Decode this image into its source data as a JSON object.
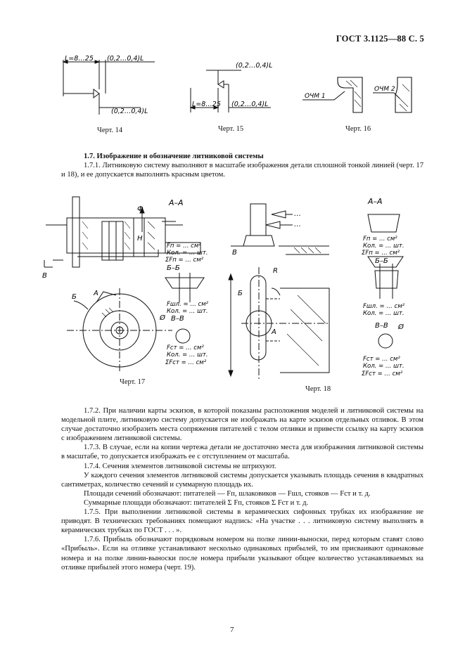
{
  "header": "ГОСТ 3.1125—88 С. 5",
  "fig14": {
    "dim_l": "L=8…25",
    "dim_top": "(0,2…0,4)L",
    "dim_bottom": "(0,2…0,4)L",
    "caption": "Черт. 14"
  },
  "fig15": {
    "dim_top": "(0,2…0,4)L",
    "dim_l": "L=8…25",
    "dim_bottom": "(0,2…0,4)L",
    "caption": "Черт. 15"
  },
  "fig16": {
    "label1": "ОЧМ 1",
    "label2": "ОЧМ 2",
    "caption": "Черт. 16"
  },
  "section": {
    "heading": "1.7. Изображение и обозначение литниковой системы",
    "p1": "1.7.1. Литниковую систему выполняют в масштабе изображения детали сплошной тонкой линией (черт. 17 и 18), и ее допускается выполнять красным цветом."
  },
  "fig17": {
    "caption": "Черт. 17",
    "sec_aa": "А–А",
    "sec_bb": "Б–Б",
    "sec_vv": "В–В",
    "fp": "Fп = … см²",
    "kol1": "Кол. = … шт.",
    "sum_fp": "ΣFп = … см²",
    "fshl": "Fшл. = … см²",
    "kol2": "Кол. = … шт.",
    "fst": "Fст = … см²",
    "kol3": "Кол. = … шт.",
    "sum_fst": "ΣFст = … см²",
    "l_v": "В",
    "l_a": "А",
    "l_b": "Б",
    "l_f": "Ф",
    "l_n": "Н",
    "l_phi": "Ø"
  },
  "fig18": {
    "caption": "Черт. 18",
    "dots1": "…",
    "dots2": "…",
    "sec_aa": "А–А",
    "sec_bb": "Б–Б",
    "sec_vv": "В–В",
    "fp": "Fп = … см²",
    "kol1": "Кол. = … шт.",
    "sum_fp": "ΣFп = … см²",
    "fshl": "Fшл. = … см²",
    "kol2": "Кол. = … шт.",
    "fst": "Fст = … см²",
    "kol3": "Кол. = … шт.",
    "sum_fst": "ΣFст = … см²",
    "l_r": "R",
    "l_v": "В",
    "l_a": "А",
    "l_b": "Б",
    "l_phi": "Ø"
  },
  "paragraphs": [
    "1.7.2. При наличии карты эскизов, в которой показаны расположения моделей и литниковой системы на модельной плите, литниковую систему допускается не изображать на карте эскизов отдельных отливок. В этом случае достаточно изобразить места сопряжения питателей с телом отливки и привести ссылку на карту эскизов с изображением литниковой системы.",
    "1.7.3. В случае, если на копии чертежа детали не достаточно места для изображения литниковой системы в масштабе, то допускается изображать ее с отступлением от масштаба.",
    "1.7.4. Сечения элементов литниковой системы не штрихуют.",
    "У каждого сечения элементов литниковой системы допускается указывать площадь сечения в квадратных сантиметрах, количество сечений и суммарную площадь их.",
    "Площади сечений обозначают: питателей — Fп, шлаковиков — Fшл, стояков — Fст и т. д.",
    "Суммарные площади обозначают: питателей Σ Fп, стояков Σ Fст и т. д.",
    "1.7.5. При выполнении литниковой системы в керамических сифонных трубках их изображение не приводят. В технических требованиях помещают надпись: «На участке . . . литниковую систему выполнять в керамических трубках по ГОСТ . . . ».",
    "1.7.6. Прибыль обозначают порядковым номером на полке линии-выноски, перед которым ставят слово «Прибыль». Если на отливке устанавливают несколько одинаковых прибылей, то им присваивают одинаковые номера и на полке линии-выноски после номера прибыли указывают общее количество устанавливаемых на отливке прибылей этого номера (черт. 19)."
  ],
  "page_number": "7"
}
